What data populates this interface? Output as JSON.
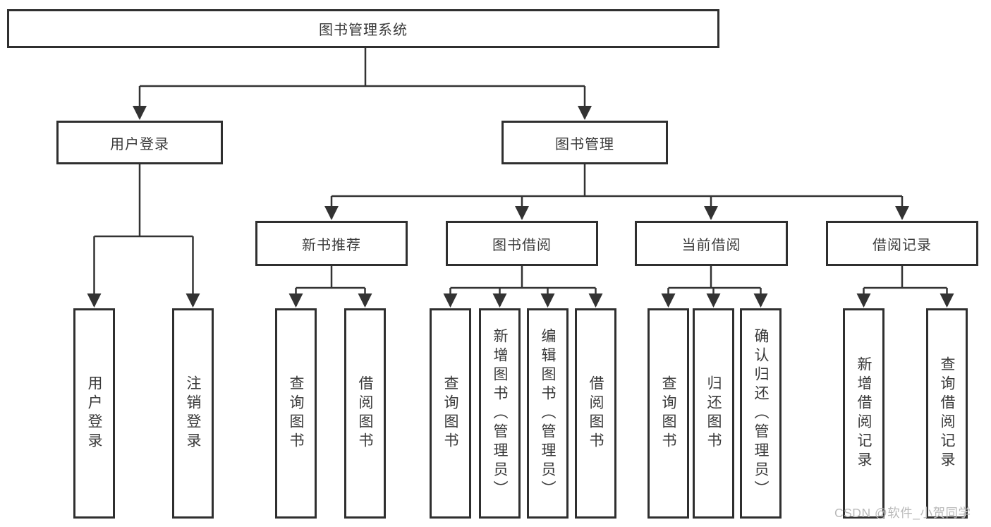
{
  "root": {
    "label": "图书管理系统"
  },
  "branches": [
    {
      "label": "用户登录",
      "children": [
        {
          "label": "用户登录"
        },
        {
          "label": "注销登录"
        }
      ]
    },
    {
      "label": "图书管理",
      "groups": [
        {
          "label": "新书推荐",
          "children": [
            {
              "label": "查询图书"
            },
            {
              "label": "借阅图书"
            }
          ]
        },
        {
          "label": "图书借阅",
          "children": [
            {
              "label": "查询图书"
            },
            {
              "label": "新增图书（管理员）"
            },
            {
              "label": "编辑图书（管理员）"
            },
            {
              "label": "借阅图书"
            }
          ]
        },
        {
          "label": "当前借阅",
          "children": [
            {
              "label": "查询图书"
            },
            {
              "label": "归还图书"
            },
            {
              "label": "确认归还（管理员）"
            }
          ]
        },
        {
          "label": "借阅记录",
          "children": [
            {
              "label": "新增借阅记录"
            },
            {
              "label": "查询借阅记录"
            }
          ]
        }
      ]
    }
  ],
  "watermark": {
    "text": "CSDN @软件_小贺同学"
  },
  "colors": {
    "line": "#333333",
    "box_border": "#2f2f2f",
    "text": "#3a3a3a",
    "background": "#ffffff",
    "watermark": "#b9b9b9"
  }
}
